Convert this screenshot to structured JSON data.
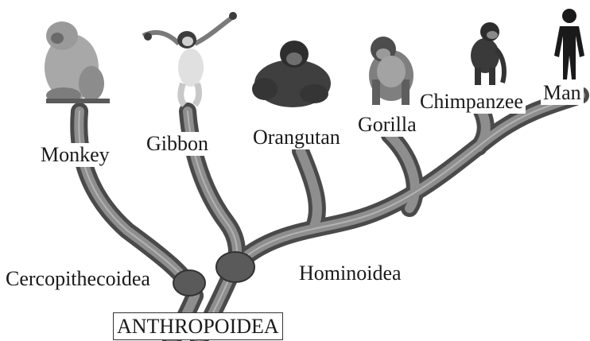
{
  "labels": {
    "monkey": "Monkey",
    "gibbon": "Gibbon",
    "orangutan": "Orangutan",
    "gorilla": "Gorilla",
    "chimpanzee": "Chimpanzee",
    "man": "Man",
    "cercopithecoidea": "Cercopithecoidea",
    "hominoidea": "Hominoidea",
    "anthropoidea": "ANTHROPOIDEA"
  },
  "colors": {
    "branch": "#7e7e7e",
    "branch_edge": "#4a4a4a",
    "node": "#5a5a5a",
    "animal_dark": "#3c3c3c",
    "animal_mid": "#8a8a8a",
    "animal_light": "#d8d8d8"
  },
  "icons": [
    "monkey-figure",
    "gibbon-figure",
    "orangutan-figure",
    "gorilla-figure",
    "chimpanzee-figure",
    "man-silhouette"
  ]
}
